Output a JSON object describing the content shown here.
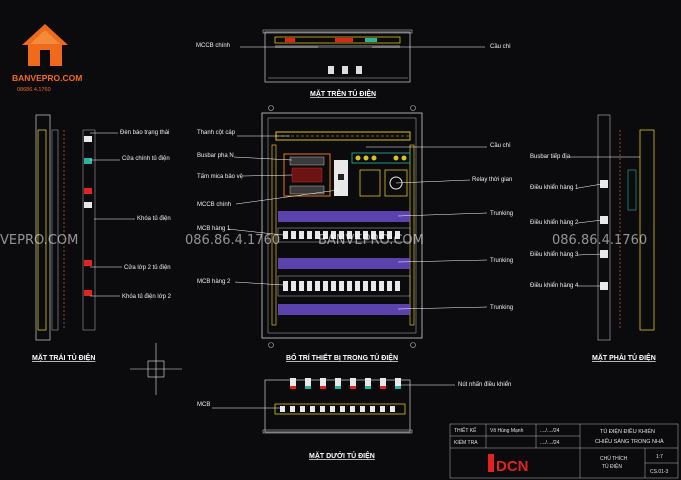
{
  "brand": {
    "name": "BANVEPRO.COM",
    "phone": "08686.4.1760"
  },
  "watermark": {
    "left": "VEPRO.COM",
    "phone1": "086.86.4.1760",
    "site": "BANVEPRO.COM",
    "phone2": "086.86.4.1760"
  },
  "views": {
    "top": "MẶT TRÊN TỦ ĐIỆN",
    "front": "BỐ TRÍ THIẾT BỊ TRONG TỦ ĐIỆN",
    "left": "MẶT TRÁI TỦ ĐIỆN",
    "right": "MẶT PHẢI TỦ ĐIỆN",
    "bottom": "MẶT DƯỚI TỦ ĐIỆN"
  },
  "labels": {
    "top_mccb": "MCCB chính",
    "top_fuse": "Cầu chì",
    "front_rail": "Thanh cột cáp",
    "front_busbar_n": "Busbar pha N",
    "front_cover": "Tấm mica bảo vệ",
    "front_mccb": "MCCB chính",
    "front_mcb1": "MCB hàng 1",
    "front_mcb2": "MCB hàng 2",
    "front_fuse": "Cầu chì",
    "front_relay": "Relay thời gian",
    "trunking1": "Trunking",
    "trunking2": "Trunking",
    "trunking3": "Trunking",
    "left_lamp": "Đèn báo trạng thái",
    "left_door": "Cửa chính tủ điện",
    "left_lock": "Khóa tủ điện",
    "left_door2": "Cửa lớp 2 tủ điện",
    "left_lock2": "Khóa tủ điện lớp 2",
    "right_busbar": "Busbar tiếp địa",
    "right_row1": "Điều khiển hàng 1",
    "right_row2": "Điều khiển hàng 2",
    "right_row3": "Điều khiển hàng 3",
    "right_row4": "Điều khiển hàng 4",
    "bottom_button": "Nút nhấn điều khiển",
    "bottom_mcb": "MCB"
  },
  "title_block": {
    "design_label": "THIẾT KẾ",
    "design_name": "Võ Hùng Mạnh",
    "check_label": "KIỂM TRA",
    "date1": "..../..../24",
    "date2": "..../..../24",
    "project_line1": "TỦ ĐIỆN ĐIỀU KHIỂN",
    "project_line2": "CHIẾU SÁNG TRONG NHÀ",
    "note_line1": "CHÚ THÍCH",
    "note_line2": "TỦ ĐIỆN",
    "scale": "1:7",
    "sheet": "CS.01-3",
    "logo": "DCN"
  },
  "colors": {
    "background": "#0b0b0d",
    "outline": "#b8b8b8",
    "rail_yellow": "#d9c21a",
    "trunking_purple": "#6a4cc9",
    "busbar_orange": "#e07a1a",
    "brand_orange": "#f06a1c",
    "logo_red": "#e0231e"
  }
}
